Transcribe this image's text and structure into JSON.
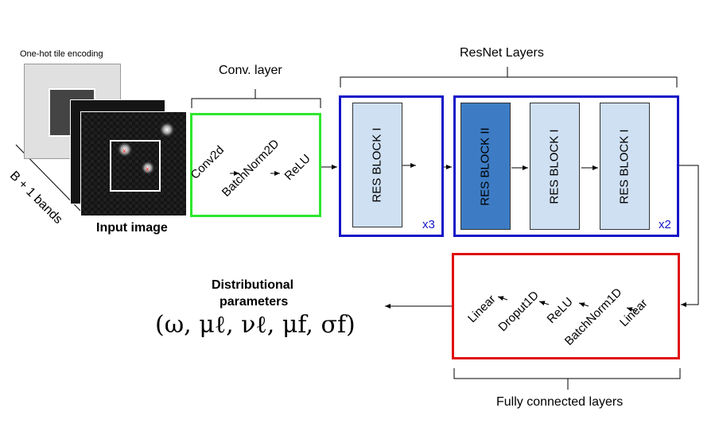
{
  "input": {
    "encoding_label": "One-hot tile encoding",
    "bands_label": "B + 1 bands",
    "image_label": "Input image"
  },
  "conv": {
    "title": "Conv. layer",
    "ops": [
      "Conv2d",
      "BatchNorm2D",
      "ReLU"
    ]
  },
  "resnet": {
    "title": "ResNet Layers",
    "group1": {
      "blocks": [
        "RES BLOCK I"
      ],
      "multiplier": "x3"
    },
    "group2": {
      "blocks": [
        "RES BLOCK II",
        "RES BLOCK I",
        "RES BLOCK I"
      ],
      "multiplier": "x2"
    }
  },
  "fc": {
    "title": "Fully connected layers",
    "ops": [
      "Linear",
      "Droput1D",
      "ReLU",
      "BatchNorm1D",
      "Linear"
    ]
  },
  "output": {
    "title_line1": "Distributional",
    "title_line2": "parameters",
    "formula": "(ω, μℓ, νℓ, μf, σf)"
  },
  "colors": {
    "conv_border": "#2ee62e",
    "resnet_border": "#1515c8",
    "fc_border": "#e01010",
    "block_light": "#cfe0f3",
    "block_dark": "#3d7cc4"
  }
}
